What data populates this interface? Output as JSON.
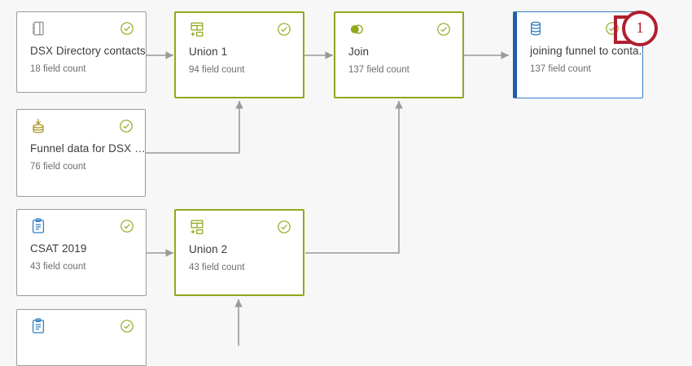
{
  "canvas": {
    "background": "#f7f7f7",
    "accent_green": "#93a61b",
    "accent_blue": "#1f5fa9",
    "status_green": "#93a61b",
    "annotation_red": "#b01f2e",
    "connector_gray": "#9a9a9a"
  },
  "nodes": [
    {
      "id": "dsx-directory-contacts",
      "title": "DSX Directory contacts",
      "subtitle": "18 field count",
      "type_icon": "address-book-icon",
      "status_icon": "check-circle-icon",
      "selected": false,
      "accent": "none"
    },
    {
      "id": "funnel-data-for-dsx",
      "title": "Funnel data for DSX …",
      "subtitle": "76 field count",
      "type_icon": "database-import-icon",
      "status_icon": "check-circle-icon",
      "selected": false,
      "accent": "none"
    },
    {
      "id": "csat-2019",
      "title": "CSAT 2019",
      "subtitle": "43 field count",
      "type_icon": "clipboard-survey-icon",
      "status_icon": "check-circle-icon",
      "selected": false,
      "accent": "none"
    },
    {
      "id": "survey-partial",
      "title": "",
      "subtitle": "",
      "type_icon": "clipboard-survey-icon",
      "status_icon": "check-circle-icon",
      "selected": false,
      "accent": "none"
    },
    {
      "id": "union-1",
      "title": "Union 1",
      "subtitle": "94 field count",
      "type_icon": "union-icon",
      "status_icon": "check-circle-icon",
      "selected": false,
      "accent": "green"
    },
    {
      "id": "union-2",
      "title": "Union 2",
      "subtitle": "43 field count",
      "type_icon": "union-icon",
      "status_icon": "check-circle-icon",
      "selected": false,
      "accent": "green"
    },
    {
      "id": "join",
      "title": "Join",
      "subtitle": "137 field count",
      "type_icon": "join-venn-icon",
      "status_icon": "check-circle-icon",
      "selected": false,
      "accent": "green"
    },
    {
      "id": "joining-funnel-to-contacts",
      "title": "joining funnel to conta...",
      "subtitle": "137 field count",
      "type_icon": "database-icon",
      "status_icon": "check-circle-icon",
      "close_icon": "close-x-icon",
      "selected": true,
      "accent": "blue"
    }
  ],
  "annotation": {
    "badge_label": "1",
    "target": "close-x-icon on joining funnel to contacts node",
    "color": "#b01f2e"
  }
}
